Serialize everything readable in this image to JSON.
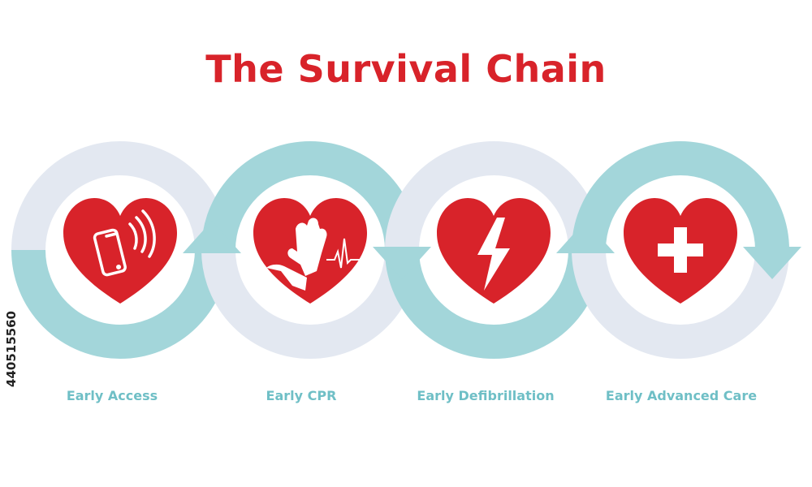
{
  "title": "The Survival Chain",
  "steps": [
    {
      "label": "Early Access",
      "icon": "ringing-phone-icon"
    },
    {
      "label": "Early CPR",
      "icon": "cpr-hands-icon"
    },
    {
      "label": "Early Defibrillation",
      "icon": "lightning-bolt-icon"
    },
    {
      "label": "Early Advanced Care",
      "icon": "medical-cross-icon"
    }
  ],
  "stock_id": "440515560",
  "colors": {
    "title": "#d8232a",
    "heart": "#d8232a",
    "label": "#6fbfc6",
    "ring_light": "#e3e8f1",
    "ring_teal": "#a3d6da"
  }
}
